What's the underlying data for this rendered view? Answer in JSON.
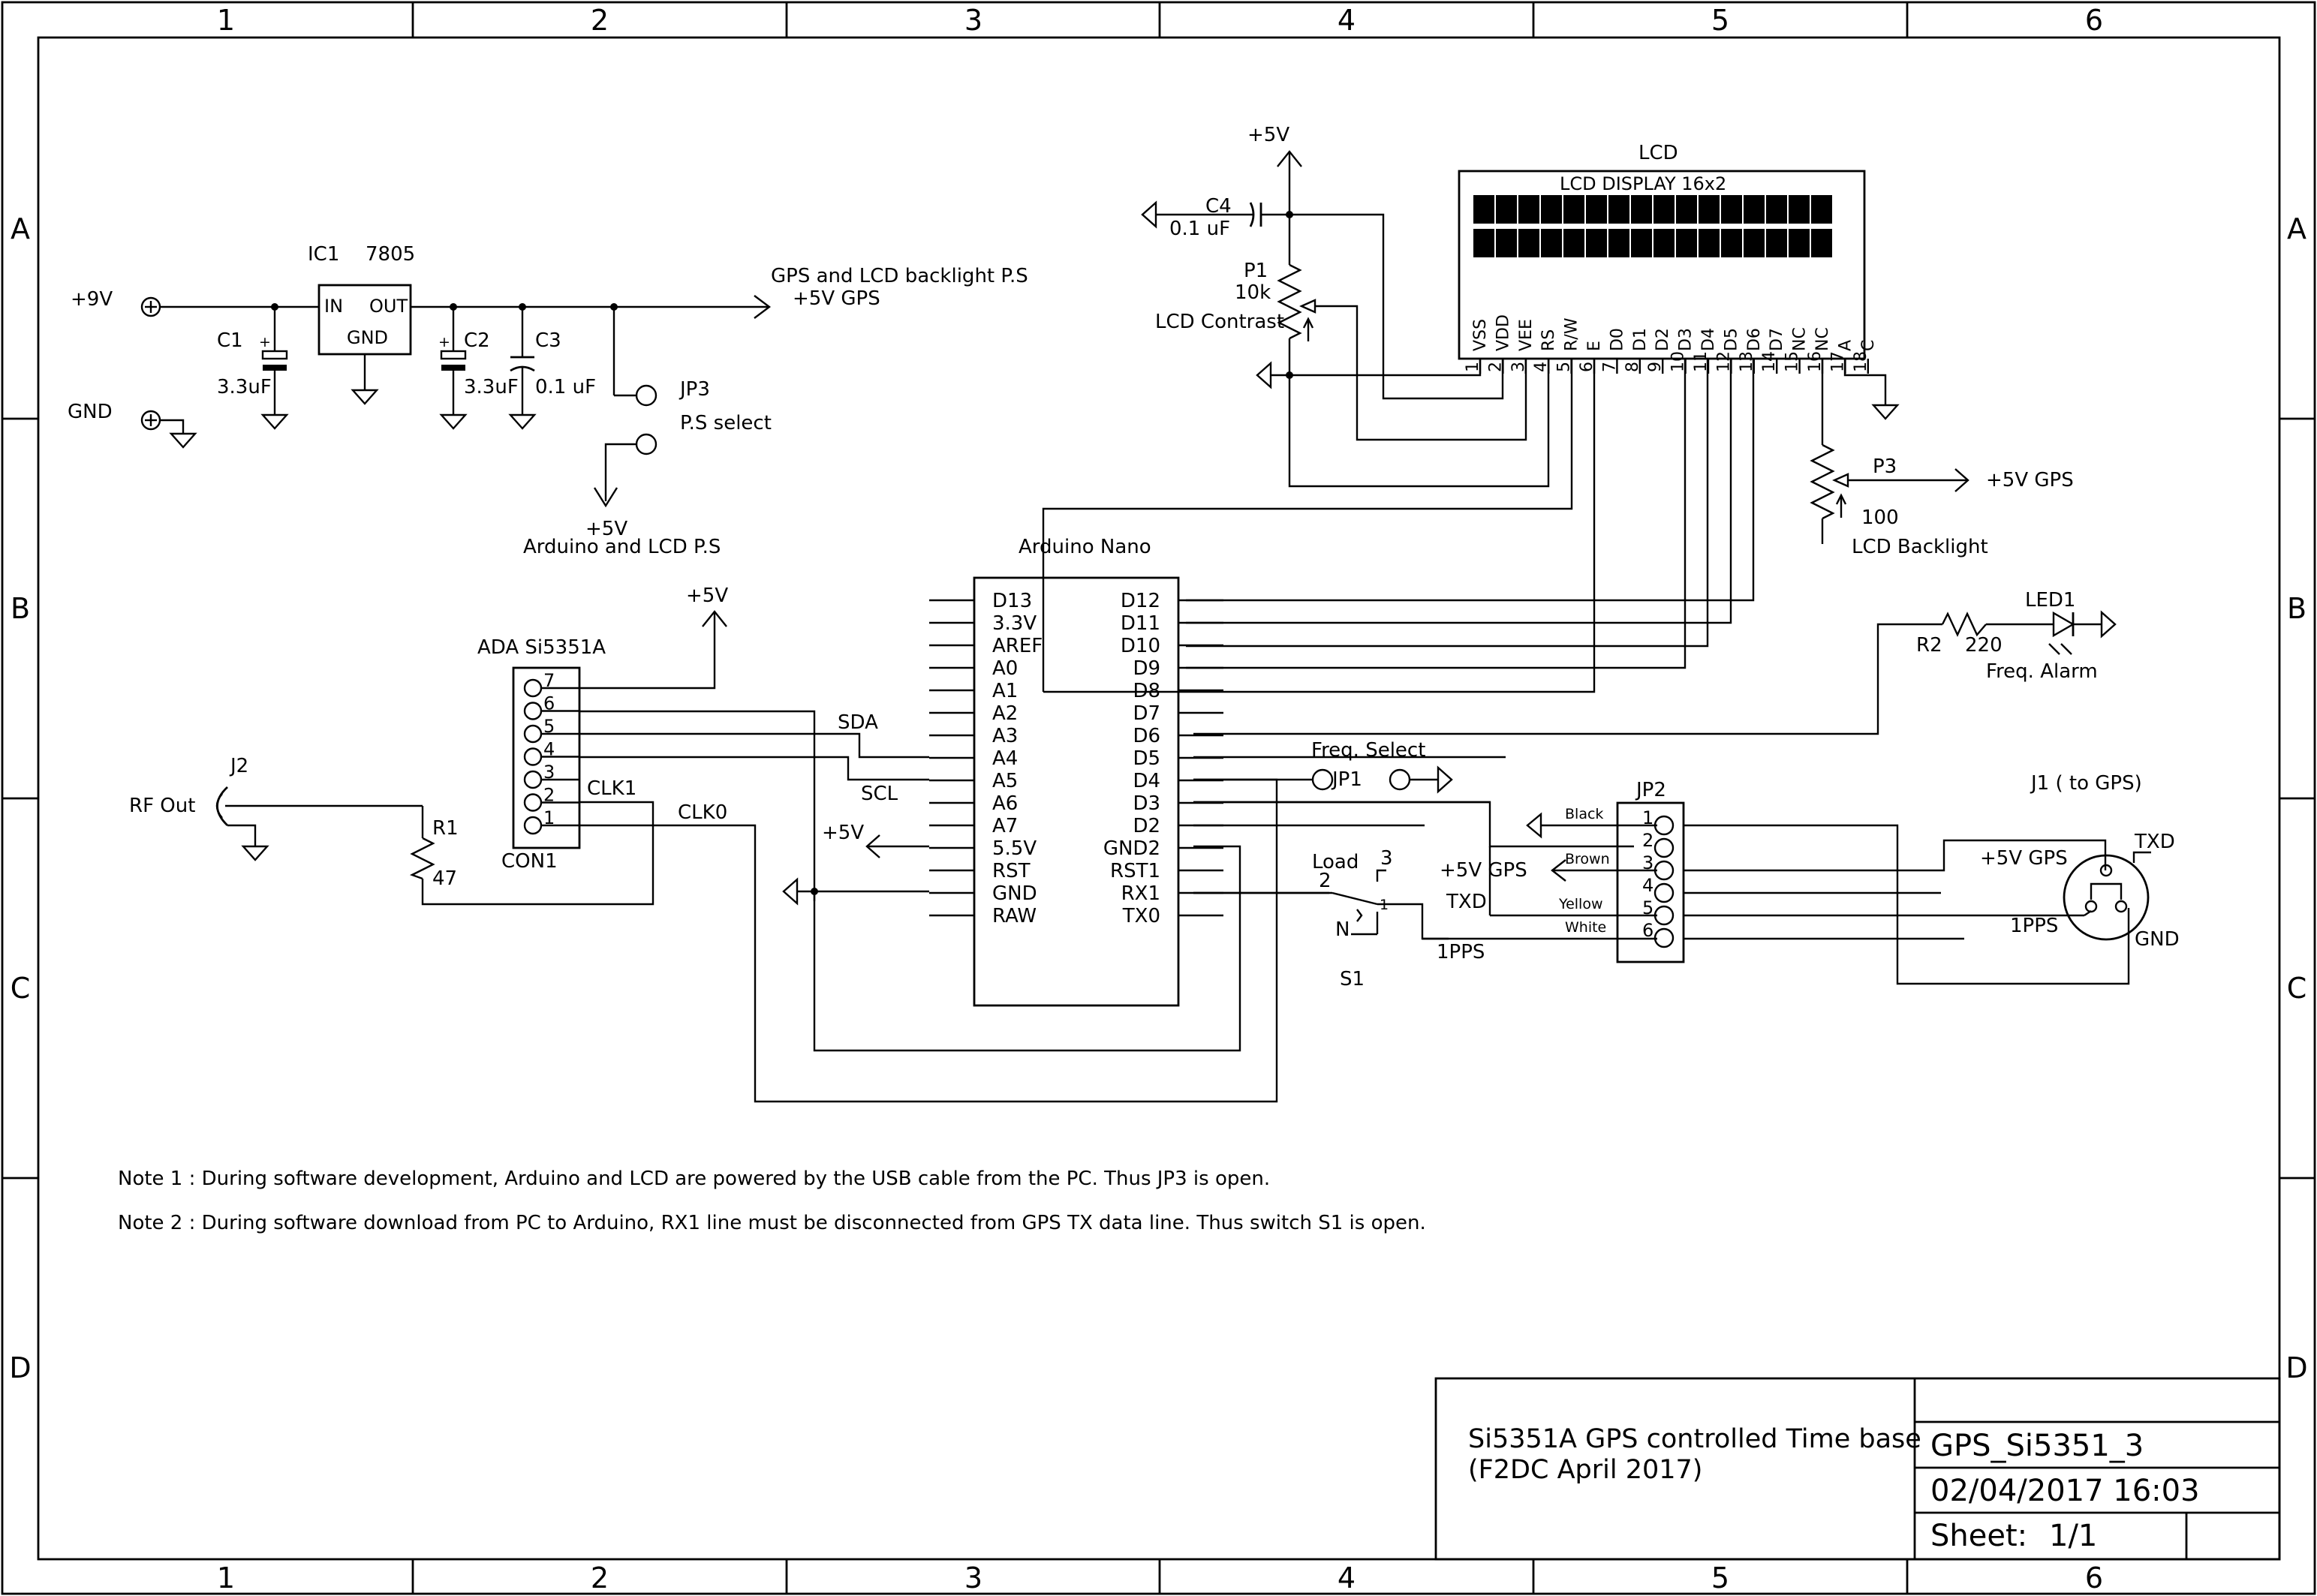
{
  "frame": {
    "cols": [
      "1",
      "2",
      "3",
      "4",
      "5",
      "6"
    ],
    "rows": [
      "A",
      "B",
      "C",
      "D"
    ]
  },
  "title_block": {
    "title_line1": "Si5351A GPS controlled Time base",
    "title_line2": "(F2DC April 2017)",
    "drawing_name": "GPS_Si5351_3",
    "date": "02/04/2017 16:03",
    "sheet_label": "Sheet:",
    "sheet_value": "1/1"
  },
  "notes": [
    "Note 1 : During software development, Arduino and LCD are powered by the USB cable from the PC. Thus JP3 is open.",
    "Note 2 : During software download from PC to Arduino, RX1 line must be disconnected from GPS TX data line. Thus switch S1 is open."
  ],
  "power": {
    "vin": "+9V",
    "gnd": "GND",
    "reg_name": "IC1",
    "reg_value": "7805",
    "reg_in": "IN",
    "reg_out": "OUT",
    "reg_gnd": "GND",
    "c1_name": "C1",
    "c1_value": "3.3uF",
    "c2_name": "C2",
    "c2_value": "3.3uF",
    "c3_name": "C3",
    "c3_value": "0.1 uF",
    "plus": "+",
    "gps_ps_label": "GPS and LCD backlight P.S",
    "gps_rail": "+5V GPS",
    "jp3_name": "JP3",
    "jp3_label": "P.S select",
    "arduino_rail": "+5V",
    "arduino_ps_label": "Arduino and LCD P.S"
  },
  "lcd": {
    "title": "LCD",
    "display_label": "LCD DISPLAY 16x2",
    "pin_names": [
      "VSS",
      "VDD",
      "VEE",
      "RS",
      "R/W",
      "E",
      "D0",
      "D1",
      "D2",
      "D3",
      "D4",
      "D5",
      "D6",
      "D7",
      "NC",
      "NC",
      "A",
      "C"
    ],
    "pin_numbers": [
      "1",
      "2",
      "3",
      "4",
      "5",
      "6",
      "7",
      "8",
      "9",
      "10",
      "11",
      "12",
      "13",
      "14",
      "15",
      "16",
      "17",
      "18"
    ],
    "rail": "+5V",
    "c4_name": "C4",
    "c4_value": "0.1 uF",
    "p1_name": "P1",
    "p1_value": "10k",
    "p1_label": "LCD Contrast",
    "p3_name": "P3",
    "p3_value": "100",
    "p3_label": "LCD Backlight",
    "p3_rail": "+5V GPS"
  },
  "arduino": {
    "title": "Arduino Nano",
    "left_pins": [
      "D13",
      "3.3V",
      "AREF",
      "A0",
      "A1",
      "A2",
      "A3",
      "A4",
      "A5",
      "A6",
      "A7",
      "5.5V",
      "RST",
      "GND",
      "RAW"
    ],
    "right_pins": [
      "D12",
      "D11",
      "D10",
      "D9",
      "D8",
      "D7",
      "D6",
      "D5",
      "D4",
      "D3",
      "D2",
      "GND2",
      "RST1",
      "RX1",
      "TX0"
    ],
    "sda": "SDA",
    "scl": "SCL",
    "rail": "+5V"
  },
  "si5351": {
    "title": "ADA Si5351A",
    "pins": [
      "7",
      "6",
      "5",
      "4",
      "3",
      "2",
      "1"
    ],
    "name": "CON1",
    "clk1": "CLK1",
    "clk0": "CLK0",
    "rail": "+5V"
  },
  "rf": {
    "j2_name": "J2",
    "label": "RF Out",
    "r1_name": "R1",
    "r1_value": "47"
  },
  "misc": {
    "freq_select": "Freq. Select",
    "jp1": "JP1",
    "r2_name": "R2",
    "r2_value": "220",
    "led_name": "LED1",
    "led_label": "Freq. Alarm",
    "load": "Load",
    "s1": "S1",
    "s1_pin1": "1",
    "s1_pin2": "2",
    "s1_pin3": "3",
    "s1_n": "N",
    "txd": "TXD",
    "pps": "1PPS"
  },
  "jp2": {
    "name": "JP2",
    "pins": [
      "1",
      "2",
      "3",
      "4",
      "5",
      "6"
    ],
    "black": "Black",
    "brown": "Brown",
    "yellow": "Yellow",
    "white": "White",
    "rail": "+5V GPS"
  },
  "gps": {
    "name": "J1 ( to GPS)",
    "rail": "+5V GPS",
    "txd": "TXD",
    "pps": "1PPS",
    "gnd": "GND"
  }
}
